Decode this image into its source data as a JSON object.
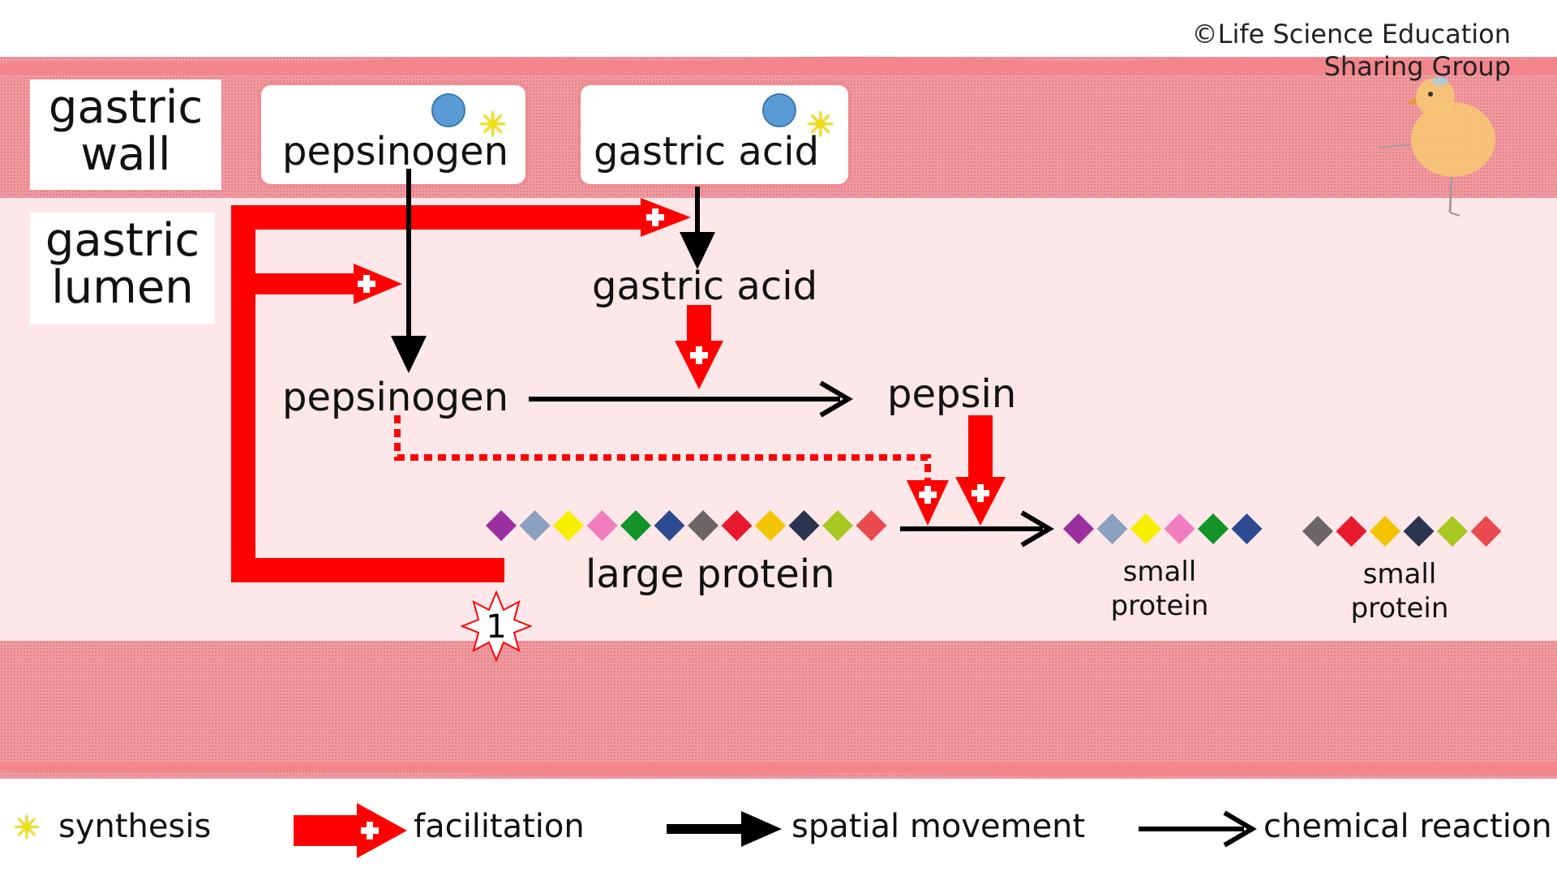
{
  "copyright": {
    "line1": "©Life Science Education",
    "line2": "Sharing Group"
  },
  "regions": {
    "wall": [
      "gastric",
      "wall"
    ],
    "lumen": [
      "gastric",
      "lumen"
    ]
  },
  "wall_boxes": {
    "pepsinogen": "pepsinogen",
    "gastric_acid": "gastric acid"
  },
  "lumen_terms": {
    "gastric_acid": "gastric acid",
    "pepsinogen": "pepsinogen",
    "pepsin": "pepsin",
    "large_protein": "large protein",
    "small_protein_1": [
      "small",
      "protein"
    ],
    "small_protein_2": [
      "small",
      "protein"
    ]
  },
  "marker": {
    "number": "1"
  },
  "protein_colors": {
    "large": [
      "#9b2fa0",
      "#8aa0bf",
      "#f7ef00",
      "#f27dbe",
      "#129428",
      "#2c4a92",
      "#6b6565",
      "#e8192c",
      "#f5c400",
      "#2b3550",
      "#a7c820",
      "#e84a50"
    ],
    "small_1": [
      "#9b2fa0",
      "#8aa0bf",
      "#f7ef00",
      "#f27dbe",
      "#129428",
      "#2c4a92"
    ],
    "small_2": [
      "#6b6565",
      "#e8192c",
      "#f5c400",
      "#2b3550",
      "#a7c820",
      "#e84a50"
    ]
  },
  "legend": {
    "synthesis": "synthesis",
    "facilitation": "facilitation",
    "spatial_movement": "spatial movement",
    "chemical_reaction": "chemical reaction"
  },
  "colors": {
    "facilitation_red": "#ff0000",
    "wall_pink": "#f19aa0",
    "lumen_pink": "#fde7e8",
    "dot_blue": "#5b9bd5",
    "synthesis_yellow": "#f5e400"
  }
}
